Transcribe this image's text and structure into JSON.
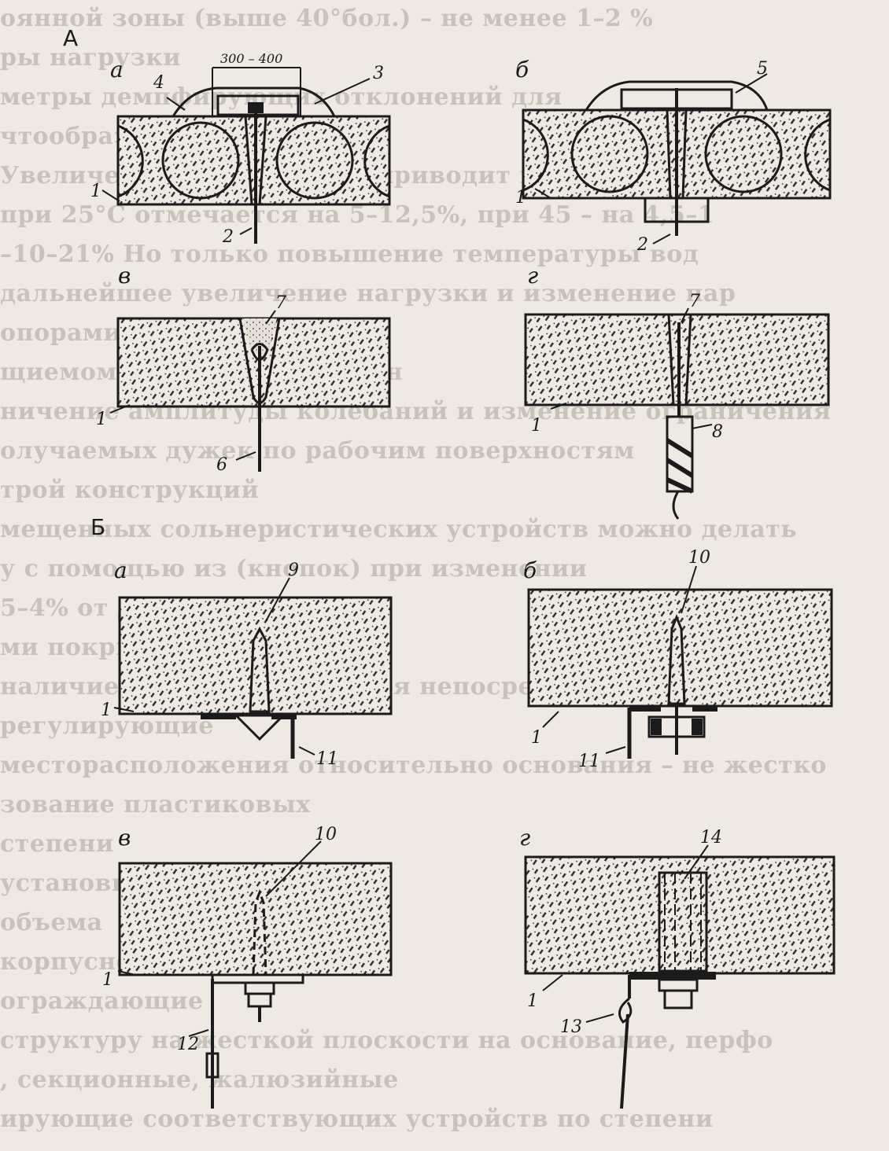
{
  "background_text": [
    "оянной зоны (выше 40°бол.) – не менее 1–2 %",
    "ры нагрузки",
    "метры демпфирующих отклонений для",
    "чтообразно",
    "Увеличение температуры приводит к",
    "при 25°С отмечается на 5–12,5%, при 45 – на 4,5–1",
    "–10–21% Но только повышение температуры вод",
    "дальнейшее увеличение нагрузки и изменение пар",
    "опорами",
    "щиемому отделению машин",
    "ничение амплитуды колебаний и изменение ограничения",
    "олучаемых дужек по рабочим поверхностям",
    "трой конструкций",
    "мещенных сольнеристических устройств можно делать",
    "у с помощью из (кнопок) при изменении",
    "5–4% от допустимых",
    "ми покрытий",
    "наличие полного отсутствия непосредственной нагрузки",
    "регулирующие",
    "месторасположения относительно основания – не жестко",
    "зование пластиковых",
    "степени",
    "установки",
    "объема",
    "корпусной",
    "ограждающие",
    "структуру на жесткой плоскости на основание, перфо",
    ", секционные, жалюзийные",
    "ирующие соответствующих устройств по степени"
  ],
  "labels": {
    "section_A": "А",
    "section_B": "Б",
    "sub_a": "а",
    "sub_b": "б",
    "sub_v": "в",
    "sub_g": "г",
    "dimension": "300 – 400",
    "n1": "1",
    "n2": "2",
    "n3": "3",
    "n4": "4",
    "n5": "5",
    "n6": "6",
    "n7": "7",
    "n8": "8",
    "n9": "9",
    "n10": "10",
    "n11": "11",
    "n12": "12",
    "n13": "13",
    "n14": "14"
  },
  "colors": {
    "ink": "#1b1b1b",
    "paper": "#efe9e3",
    "faded_text": "#c9c2bb"
  }
}
